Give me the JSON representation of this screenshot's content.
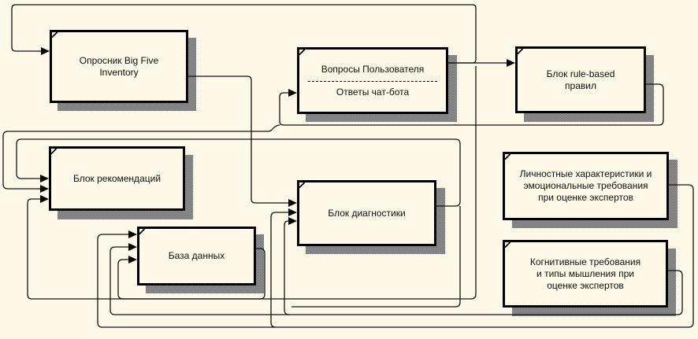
{
  "diagram": {
    "type": "IDEF0-style block diagram",
    "boxes": [
      {
        "id": "survey",
        "label": "Опросник Big Five\nInventory"
      },
      {
        "id": "questions",
        "label_top": "Вопросы Пользователя",
        "label_bottom": "Ответы чат-бота"
      },
      {
        "id": "rules",
        "label": "Блок rule-based\nправил"
      },
      {
        "id": "recommendations",
        "label": "Блок рекомендаций"
      },
      {
        "id": "diagnostics",
        "label": "Блок диагностики"
      },
      {
        "id": "database",
        "label": "База данных"
      },
      {
        "id": "personality",
        "label": "Личностные характеристики и\nэмоциональные требования\nпри оценке экспертов"
      },
      {
        "id": "cognitive",
        "label": "Когнитивные требования\nи типы мышления при\nоценке экспертов"
      }
    ],
    "connections": [
      {
        "from": "questions",
        "to": "survey"
      },
      {
        "from": "questions",
        "to": "rules"
      },
      {
        "from": "rules",
        "to": "questions"
      },
      {
        "from": "rules",
        "to": "recommendations"
      },
      {
        "from": "survey",
        "to": "diagnostics"
      },
      {
        "from": "diagnostics",
        "to": "recommendations"
      },
      {
        "from": "personality",
        "to": "diagnostics"
      },
      {
        "from": "personality",
        "to": "database"
      },
      {
        "from": "cognitive",
        "to": "diagnostics"
      },
      {
        "from": "cognitive",
        "to": "database"
      },
      {
        "from": "database",
        "to": "database"
      },
      {
        "from": "database",
        "to": "recommendations"
      }
    ]
  }
}
